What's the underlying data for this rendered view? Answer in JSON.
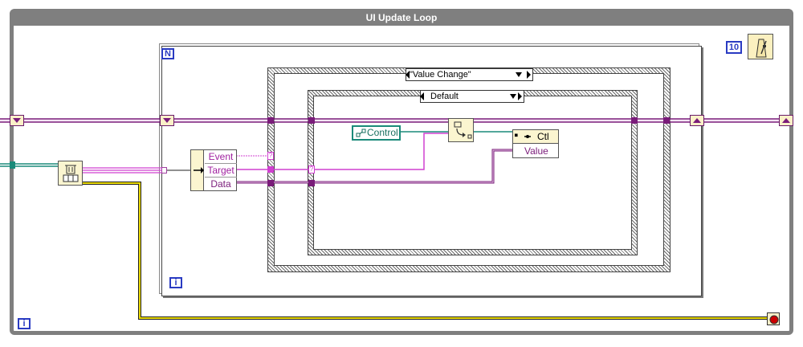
{
  "while_loop": {
    "title": "UI Update Loop",
    "iteration_label": "i"
  },
  "wait_timer": {
    "value": "10",
    "icon": "metronome-icon"
  },
  "for_loop": {
    "count_label": "N",
    "iteration_label": "i"
  },
  "event_structure": {
    "selected_case": "\"Value Change\""
  },
  "case_structure": {
    "selected_case": "Default"
  },
  "event_data_node": {
    "items": [
      "Event",
      "Target",
      "Data"
    ]
  },
  "control_ref": {
    "label": "Control"
  },
  "property_node": {
    "header": "Ctl",
    "property": "Value"
  },
  "colors": {
    "cluster_wire": "#7a1c7a",
    "refnum_wire": "#1a8a7a",
    "variant_wire": "#a040a0",
    "error_wire": "#c8b400",
    "loop_frame": "#7f7f7f",
    "stop_button": "#cc0000"
  }
}
